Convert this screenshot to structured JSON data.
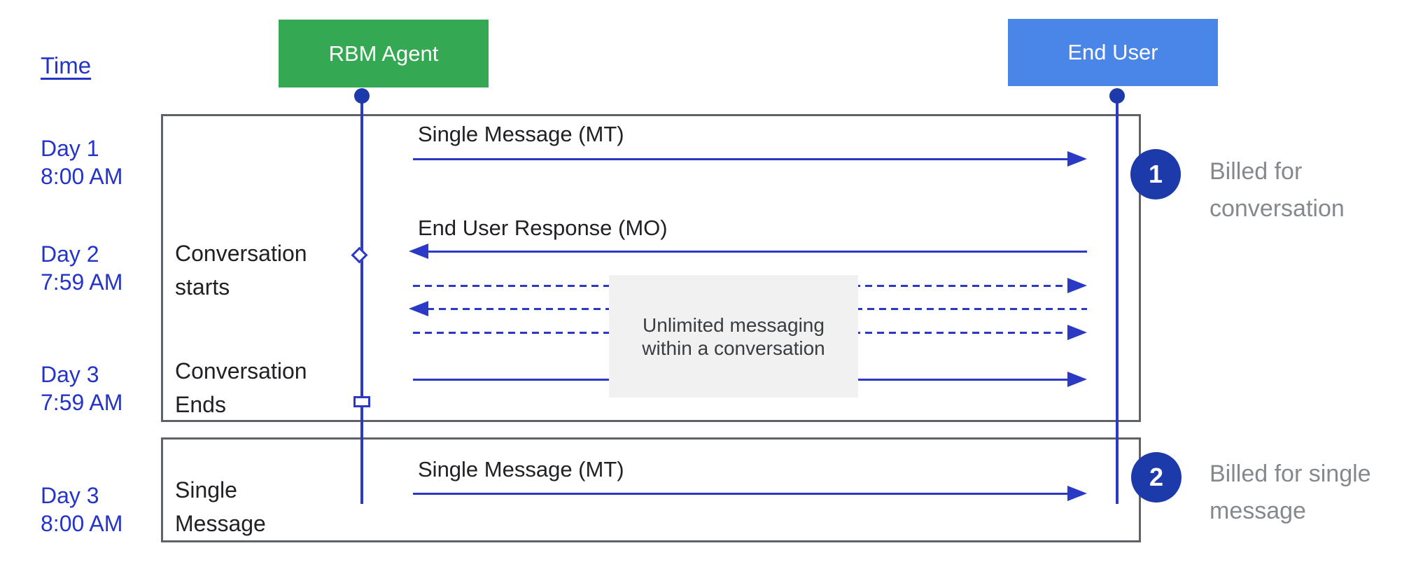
{
  "title": {
    "time_label": "Time"
  },
  "actors": {
    "rbm_agent": "RBM Agent",
    "end_user": "End User"
  },
  "timeline": [
    {
      "day": "Day 1",
      "time": "8:00 AM"
    },
    {
      "day": "Day 2",
      "time": "7:59 AM"
    },
    {
      "day": "Day 3",
      "time": "7:59 AM"
    },
    {
      "day": "Day 3",
      "time": "8:00 AM"
    }
  ],
  "boxes": {
    "conversation": {
      "starts_label": "Conversation\nstarts",
      "ends_label": "Conversation\nEnds"
    },
    "single_message": {
      "label": "Single\nMessage"
    }
  },
  "messages": {
    "mt1": {
      "label": "Single Message (MT)",
      "direction": "right",
      "style": "solid"
    },
    "mo": {
      "label": "End User Response (MO)",
      "direction": "left",
      "style": "solid"
    },
    "dashed1": {
      "label": "",
      "direction": "right",
      "style": "dashed"
    },
    "dashed2": {
      "label": "",
      "direction": "left",
      "style": "dashed"
    },
    "dashed3": {
      "label": "",
      "direction": "right",
      "style": "dashed"
    },
    "conversation_end_message": {
      "label": "",
      "direction": "right",
      "style": "solid"
    },
    "mt2": {
      "label": "Single Message (MT)",
      "direction": "right",
      "style": "solid"
    }
  },
  "note": {
    "text": "Unlimited messaging\nwithin a conversation"
  },
  "billing": [
    {
      "number": "1",
      "label": "Billed for\nconversation"
    },
    {
      "number": "2",
      "label": "Billed for single\nmessage"
    }
  ],
  "colors": {
    "arrow_blue": "#2b3ac5",
    "marker_blue": "#1c3aa9",
    "agent_green": "#34a853",
    "user_blue": "#4a86e8",
    "frame_gray": "#5f6368",
    "note_bg": "#f1f1f1",
    "timeline_blue": "#2433c8",
    "text_black": "#202124",
    "annotation_gray": "#85888c"
  }
}
